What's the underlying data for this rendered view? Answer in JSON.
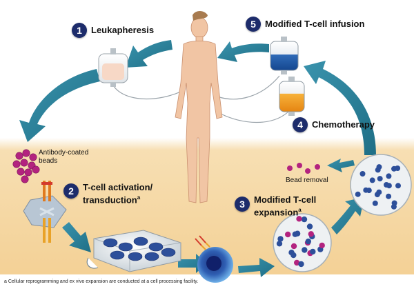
{
  "steps": [
    {
      "number": "1",
      "label": "Leukapheresis",
      "sup": ""
    },
    {
      "number": "2",
      "label": "T-cell activation/",
      "label2": "transduction",
      "sup": "a"
    },
    {
      "number": "3",
      "label": "Modified T-cell",
      "label2": "expansion",
      "sup": "a"
    },
    {
      "number": "4",
      "label": "Chemotherapy",
      "sup": ""
    },
    {
      "number": "5",
      "label": "Modified T-cell infusion",
      "sup": ""
    }
  ],
  "beads_label": {
    "line1": "Antibody-coated",
    "line2": "beads"
  },
  "bead_removal_label": "Bead removal",
  "footnote": "a Cellular reprogramming and ex vivo expansion are conducted at a cell processing facility.",
  "colors": {
    "arrow": "#2a7f97",
    "number_badge": "#1d2c6b",
    "lab_background": "#f6d9a8",
    "sky": "#ffffff",
    "bead": "#b3237f",
    "cell": "#2d4f9a",
    "skin": "#f1c5a4",
    "blue_bag": "#1c59a8",
    "orange_bag": "#f19a1f"
  }
}
